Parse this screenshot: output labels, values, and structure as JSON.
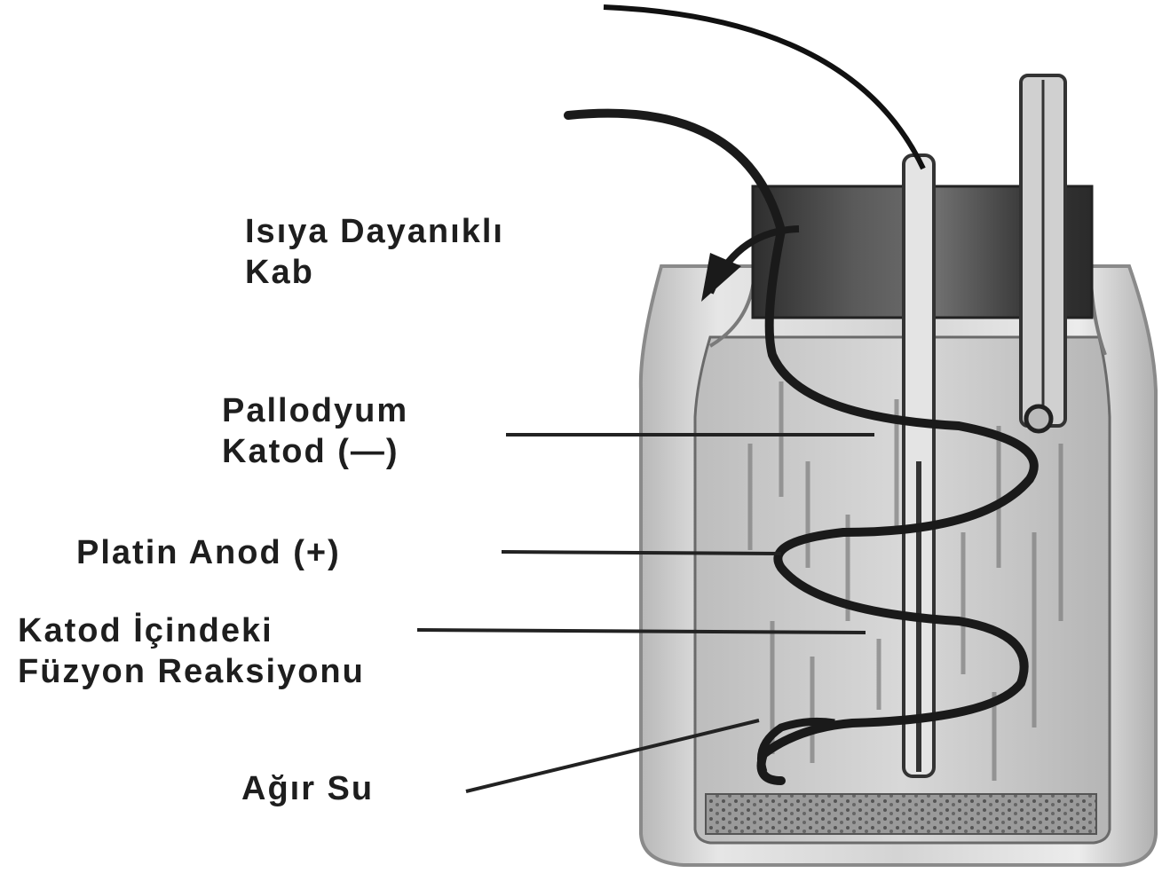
{
  "labels": {
    "container": {
      "line1": "Isıya Dayanıklı",
      "line2": "Kab"
    },
    "cathode": {
      "line1": "Pallodyum",
      "line2": "Katod (—)"
    },
    "anode": {
      "line1": "Platin Anod (+)"
    },
    "fusion": {
      "line1": "Katod İçindeki",
      "line2": "Füzyon Reaksiyonu"
    },
    "heavy_water": {
      "line1": "Ağır Su"
    }
  },
  "colors": {
    "ink": "#1e1e1e",
    "cap": "#3c3c3c",
    "glass": "#dadada",
    "liquid": "#c8c8c8",
    "sediment": "#8a8a8a"
  }
}
